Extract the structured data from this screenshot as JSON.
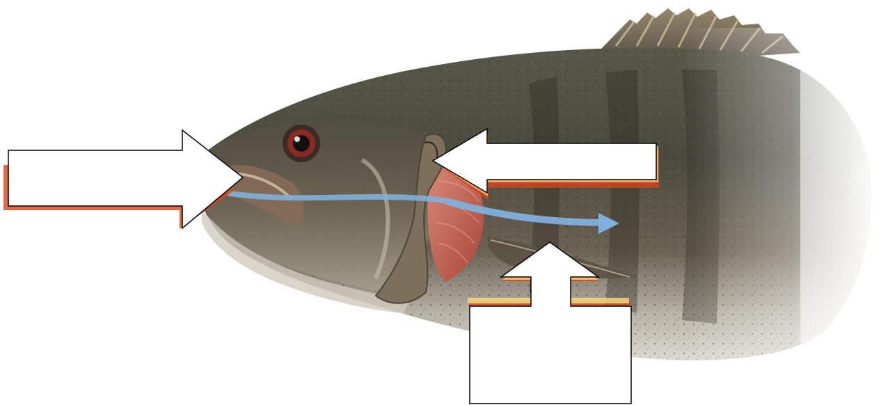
{
  "figure": {
    "subject": "fish-gill-water-flow",
    "labels": {
      "mouth_label": "",
      "gill_label": "",
      "operculum_label": ""
    },
    "colors": {
      "background": "#ffffff",
      "water_flow": "#7fb0dc",
      "label_box_fill": "#ffffff",
      "label_box_stroke": "#000000",
      "box_glow": "#d9411c",
      "box_glow_light": "#f6dc7e",
      "gill_tissue": "#c9675b",
      "fish_body_dark": "#3a3a32",
      "fish_belly": "#d8d6cc"
    },
    "icons": [
      "left-arrow-callout",
      "right-arrow-callout",
      "up-arrow-callout",
      "water-flow-arrow"
    ]
  }
}
